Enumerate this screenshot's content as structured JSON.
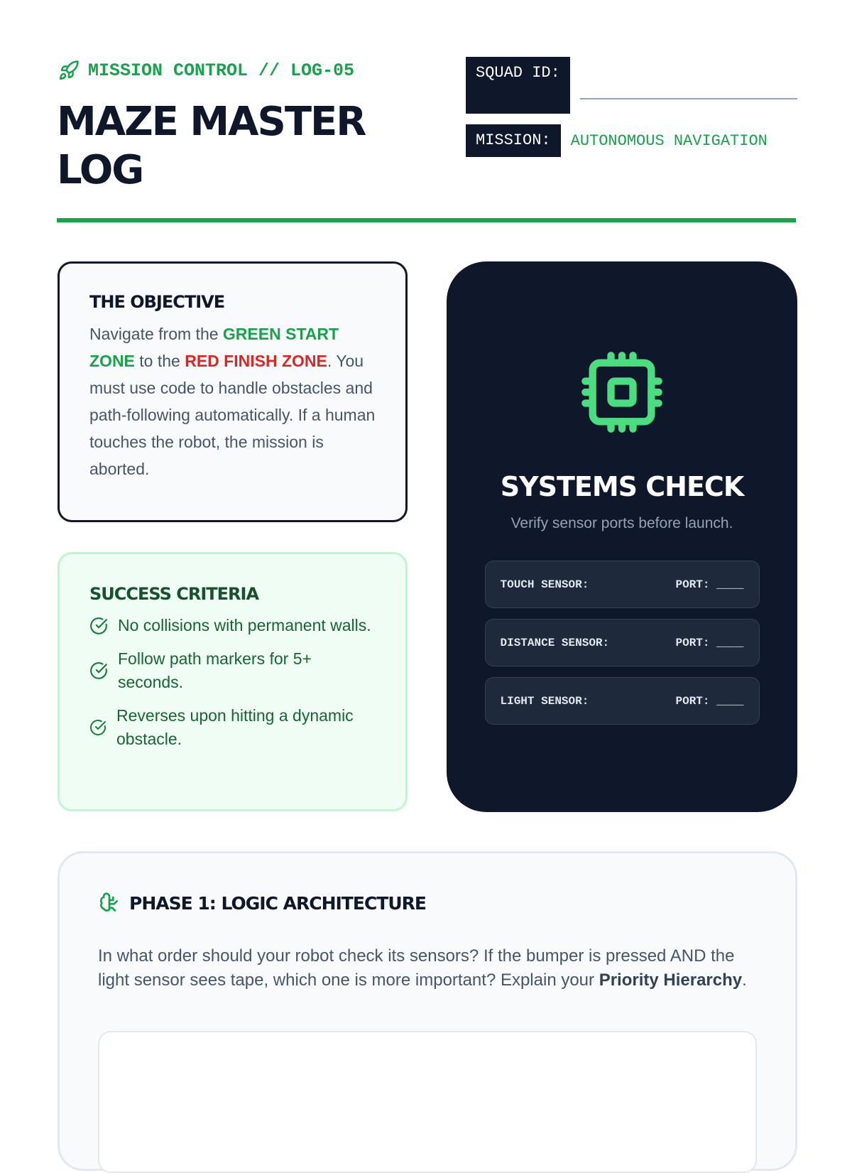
{
  "header": {
    "kicker": "MISSION CONTROL // LOG-05",
    "title": "MAZE MASTER LOG",
    "squad_label": "SQUAD ID:",
    "squad_value": "",
    "mission_label": "MISSION:",
    "mission_value": "AUTONOMOUS NAVIGATION"
  },
  "objective": {
    "title": "THE OBJECTIVE",
    "t1": "Navigate from the ",
    "green": "GREEN START ZONE",
    "t2": " to the ",
    "red": "RED FINISH ZONE",
    "t3": ". You must use code to handle obstacles and path-following automatically. If a human touches the robot, the mission is aborted."
  },
  "success": {
    "title": "SUCCESS CRITERIA",
    "items": [
      "No collisions with permanent walls.",
      "Follow path markers for 5+ seconds.",
      "Reverses upon hitting a dynamic obstacle."
    ]
  },
  "systems": {
    "title": "SYSTEMS CHECK",
    "subtitle": "Verify sensor ports before launch.",
    "port_label": "PORT: ____",
    "sensors": [
      "TOUCH SENSOR:",
      "DISTANCE SENSOR:",
      "LIGHT SENSOR:"
    ]
  },
  "phase1": {
    "title": "PHASE 1: LOGIC ARCHITECTURE",
    "q1": "In what order should your robot check its sensors? If the bumper is pressed AND the light sensor sees tape, which one is more important? Explain your ",
    "bold": "Priority Hierarchy",
    "q2": ".",
    "answer": ""
  },
  "colors": {
    "accent": "#16a34a",
    "dark": "#0f172a",
    "red": "#dc2626",
    "chip": "#4ade80"
  }
}
